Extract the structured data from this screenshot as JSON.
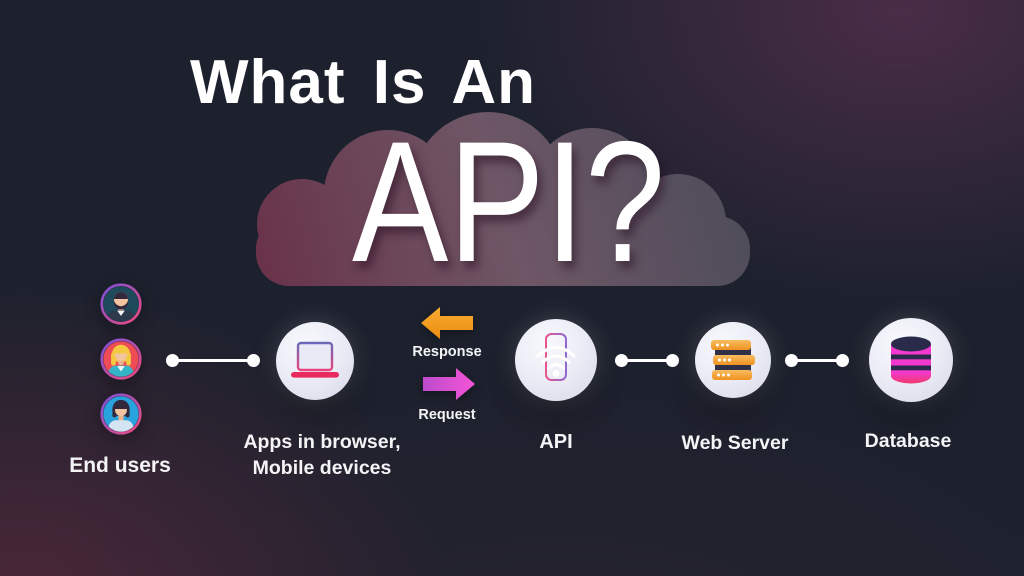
{
  "title": {
    "line1": "What Is An",
    "line2": "API?"
  },
  "flow": {
    "end_users": {
      "label": "End users"
    },
    "apps": {
      "line1": "Apps in browser,",
      "line2": "Mobile devices"
    },
    "arrows": {
      "response_label": "Response",
      "request_label": "Request"
    },
    "api": {
      "label": "API"
    },
    "web_server": {
      "label": "Web Server"
    },
    "database": {
      "label": "Database"
    }
  },
  "icons": {
    "male-user-avatar": "bearded man portrait in gradient ring",
    "female-user-avatar-blonde": "blonde woman portrait in gradient ring",
    "female-user-avatar-bob": "dark-haired woman portrait in gradient ring",
    "laptop-icon": "laptop with pink base",
    "response-arrow-icon": "orange left-pointing arrow",
    "request-arrow-icon": "magenta right-pointing arrow",
    "api-phone-icon": "phone outline with wifi signal waves",
    "server-icon": "orange server rack stack",
    "database-icon": "pink database cylinder",
    "cloud-shape": "maroon-to-gray cloud backdrop",
    "connector-dot": "white dot endpoint",
    "connector-line": "white connecting line"
  },
  "colors": {
    "background": "#1c212d",
    "title-text": "#ffffff",
    "label-text": "#f4f4f6",
    "glow-magenta": "#743860",
    "glow-red": "#8c3048",
    "cloud-left": "#693149",
    "cloud-mid": "#6e5766",
    "cloud-right": "#4a4b59",
    "node-circle": "#ececf6",
    "node-circle-edge": "#d6d7e8",
    "connector": "#ffffff",
    "response-arrow-top": "#f8ac33",
    "response-arrow-bottom": "#eb8c0f",
    "request-arrow-left": "#bb4ccc",
    "request-arrow-right": "#f455d6",
    "laptop-screen-fill": "#e9eaf6",
    "laptop-stroke-top": "#6a6ab8",
    "laptop-stroke-bottom": "#e8447e",
    "laptop-base": "#e82b5f",
    "phone-stroke-pink": "#e8558c",
    "phone-stroke-purple": "#8f68cf",
    "wifi": "#ffffff",
    "server-orange-light": "#f8bc5f",
    "server-orange-dark": "#ef9221",
    "server-dark": "#2e3047",
    "db-pink": "#f338cf",
    "db-red": "#ef3a6b",
    "db-navy": "#2a2b4a",
    "ring-purple": "#7b52d8",
    "ring-pink": "#ef4a7e",
    "avatar1-bg": "#1e4a5c",
    "avatar2-bg": "#ef4d55",
    "avatar3-bg": "#29a3dd",
    "skin": "#f2c5a0",
    "hair-dark": "#33293d",
    "hair-blonde": "#f5c842",
    "shirt-teal": "#35b4c8",
    "shirt-light": "#d5e4f2",
    "suit-dark": "#2c3a4c"
  }
}
